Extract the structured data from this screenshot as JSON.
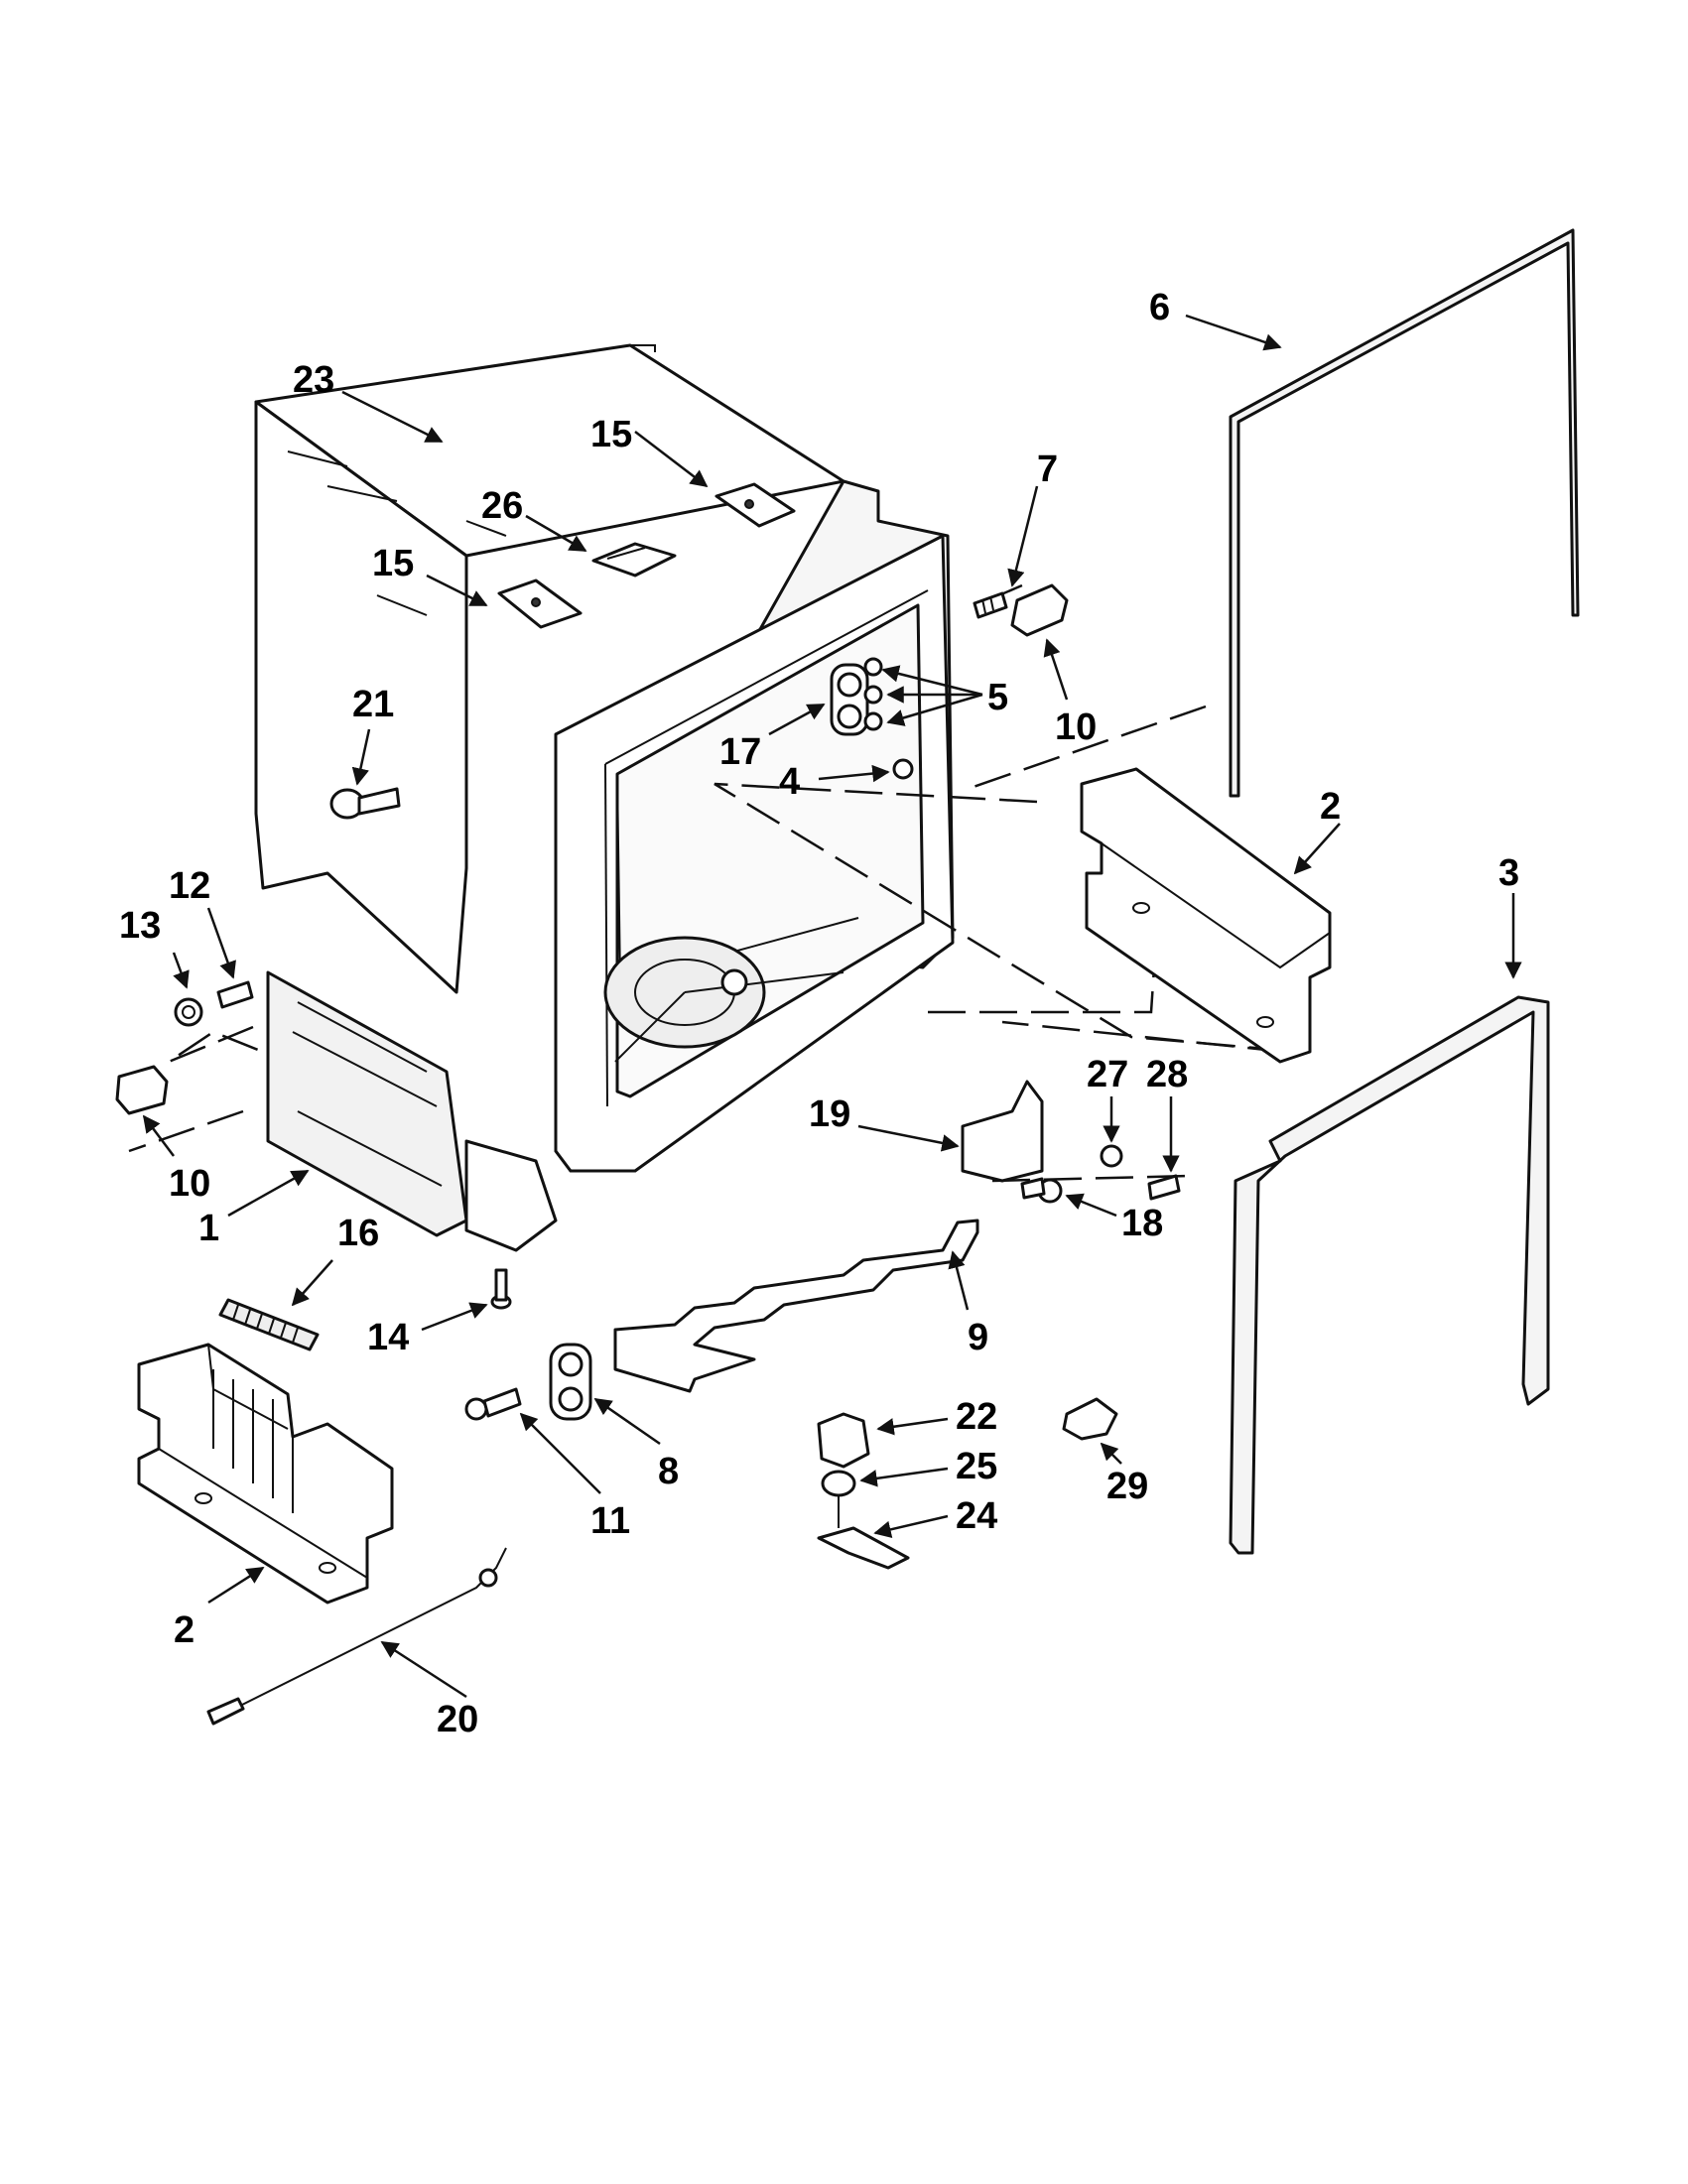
{
  "callouts": {
    "c1": "1",
    "c2a": "2",
    "c2b": "2",
    "c3": "3",
    "c4": "4",
    "c5": "5",
    "c6": "6",
    "c7": "7",
    "c8": "8",
    "c9": "9",
    "c10a": "10",
    "c10b": "10",
    "c11": "11",
    "c12": "12",
    "c13": "13",
    "c14": "14",
    "c15a": "15",
    "c15b": "15",
    "c16": "16",
    "c17": "17",
    "c18": "18",
    "c19": "19",
    "c20": "20",
    "c21": "21",
    "c22": "22",
    "c23": "23",
    "c24": "24",
    "c25": "25",
    "c26": "26",
    "c27": "27",
    "c28": "28",
    "c29": "29"
  },
  "colors": {
    "line": "#111111",
    "background": "#ffffff"
  }
}
